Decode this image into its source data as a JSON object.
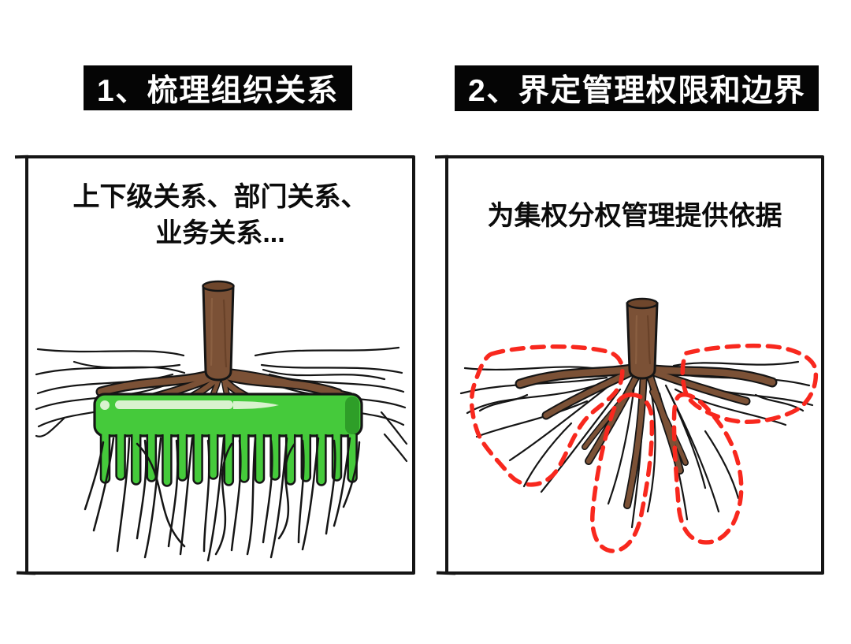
{
  "panels": [
    {
      "title": "1、梳理组织关系",
      "caption_lines": [
        "上下级关系、部门关系、",
        "业务关系..."
      ],
      "illustration": "tree-roots-combed-by-green-comb",
      "comb_teeth_count": 17
    },
    {
      "title": "2、界定管理权限和边界",
      "caption_lines": [
        "为集权分权管理提供依据"
      ],
      "illustration": "tree-roots-grouped-by-red-dashed-outlines",
      "group_outline_count": 4
    }
  ],
  "colors": {
    "page_bg": "#ffffff",
    "title_bg": "#050505",
    "title_text": "#ffffff",
    "ink": "#151515",
    "caption_text": "#0b0b0b",
    "comb": "#45ca3b",
    "comb_dark": "#2e9e28",
    "comb_hi": "#d9f2cf",
    "trunk": "#7b5136",
    "trunk_top": "#6e462c",
    "trunk_shadow": "#5f3a24",
    "trunk_light": "#916546",
    "red": "#f8281e"
  }
}
